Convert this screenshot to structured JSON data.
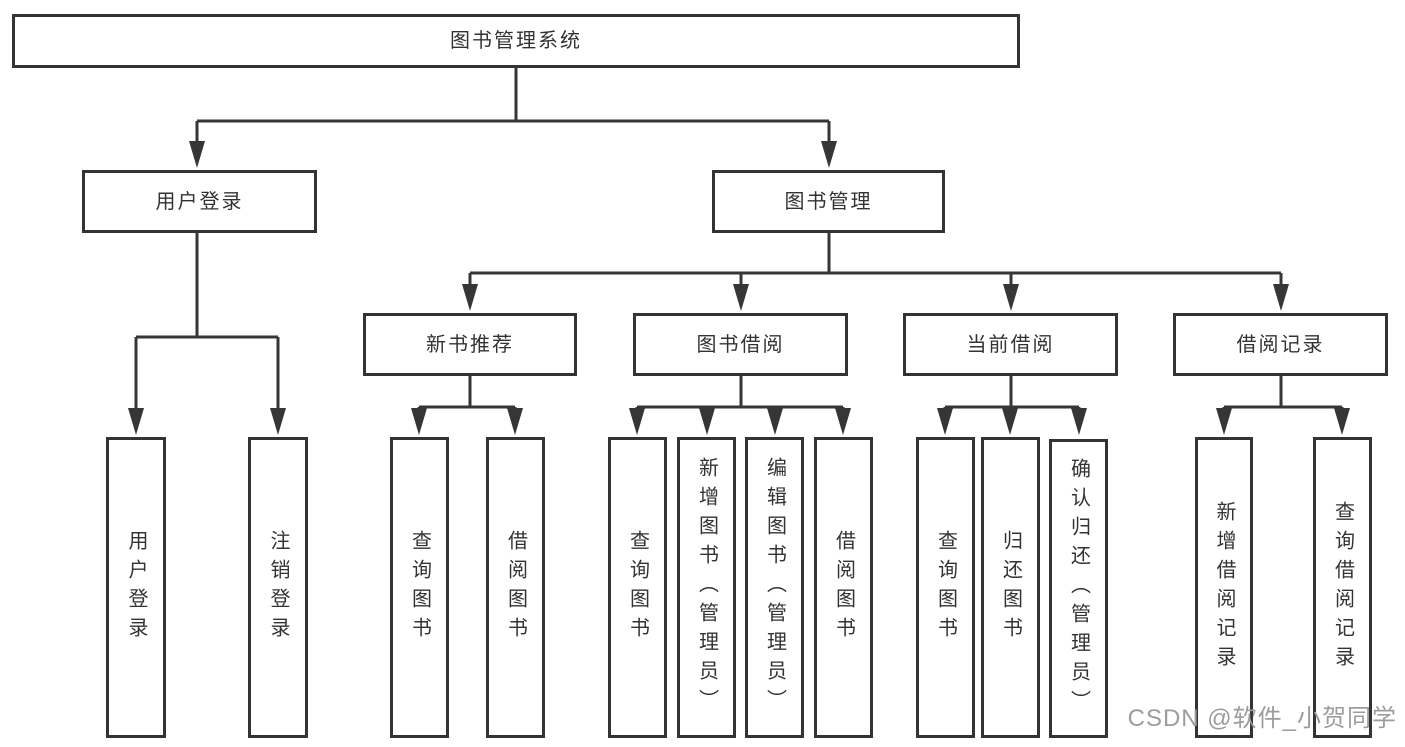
{
  "colors": {
    "line": "#363636",
    "border": "#333333",
    "text": "#333333",
    "background": "#ffffff",
    "watermark": "#9c9c9c"
  },
  "diagram": {
    "root": {
      "label": "图书管理系统"
    },
    "branches": [
      {
        "label": "用户登录",
        "children": [
          {
            "label": "用户登录"
          },
          {
            "label": "注销登录"
          }
        ]
      },
      {
        "label": "图书管理",
        "children": [
          {
            "label": "新书推荐",
            "children": [
              {
                "label": "查询图书"
              },
              {
                "label": "借阅图书"
              }
            ]
          },
          {
            "label": "图书借阅",
            "children": [
              {
                "label": "查询图书"
              },
              {
                "label": "新增图书（管理员）"
              },
              {
                "label": "编辑图书（管理员）"
              },
              {
                "label": "借阅图书"
              }
            ]
          },
          {
            "label": "当前借阅",
            "children": [
              {
                "label": "查询图书"
              },
              {
                "label": "归还图书"
              },
              {
                "label": "确认归还（管理员）"
              }
            ]
          },
          {
            "label": "借阅记录",
            "children": [
              {
                "label": "新增借阅记录"
              },
              {
                "label": "查询借阅记录"
              }
            ]
          }
        ]
      }
    ]
  },
  "watermark": {
    "text": "CSDN @软件_小贺同学"
  }
}
